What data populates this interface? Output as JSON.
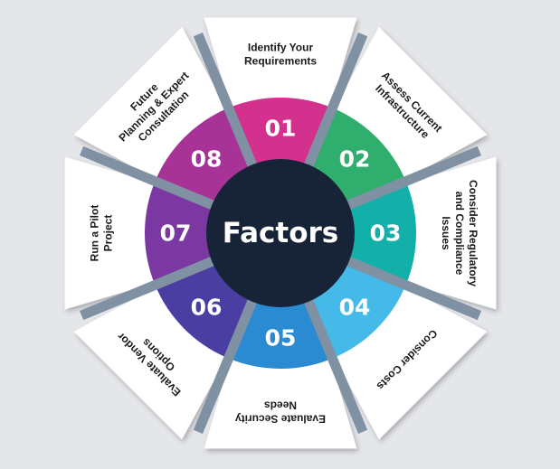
{
  "center": {
    "title": "Factors",
    "color": "#172437"
  },
  "background": "#e4e6ea",
  "divider_color": "#7f91a3",
  "factors": [
    {
      "number": "01",
      "lines": [
        "Identify Your",
        "Requirements"
      ],
      "color": "#d4308e"
    },
    {
      "number": "02",
      "lines": [
        "Assess Current",
        "Infrastructure"
      ],
      "color": "#2fae6e"
    },
    {
      "number": "03",
      "lines": [
        "Consider Regulatory",
        "and Compliance",
        "Issues"
      ],
      "color": "#12b0a8"
    },
    {
      "number": "04",
      "lines": [
        "Consider Costs"
      ],
      "color": "#45b9e8"
    },
    {
      "number": "05",
      "lines": [
        "Evaluate Security",
        "Needs"
      ],
      "color": "#2a8bd2"
    },
    {
      "number": "06",
      "lines": [
        "Evaluate Vendor",
        "Options"
      ],
      "color": "#4a3ea2"
    },
    {
      "number": "07",
      "lines": [
        "Run a Pilot",
        "Project"
      ],
      "color": "#7b38a2"
    },
    {
      "number": "08",
      "lines": [
        "Future",
        "Planning & Expert",
        "Consultation"
      ],
      "color": "#a73397"
    }
  ]
}
